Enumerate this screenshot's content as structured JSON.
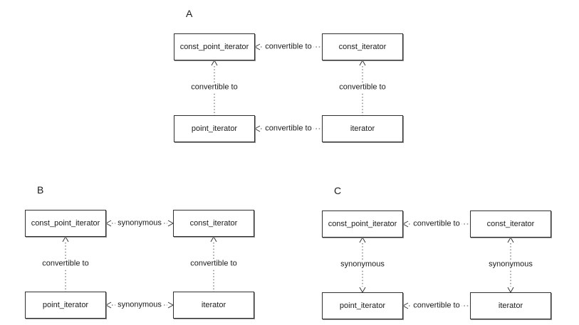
{
  "colors": {
    "background": "#ffffff",
    "box_border": "#303030",
    "line": "#4a4a4a",
    "text": "#1a1a1a"
  },
  "diagrams": [
    {
      "label": "A",
      "nodes": {
        "top_left": "const_point_iterator",
        "top_right": "const_iterator",
        "bottom_left": "point_iterator",
        "bottom_right": "iterator"
      },
      "edges": {
        "top": {
          "label": "convertible to",
          "arrows": "left"
        },
        "bottom": {
          "label": "convertible to",
          "arrows": "left"
        },
        "left": {
          "label": "convertible to",
          "arrows": "up"
        },
        "right": {
          "label": "convertible to",
          "arrows": "up"
        }
      }
    },
    {
      "label": "B",
      "nodes": {
        "top_left": "const_point_iterator",
        "top_right": "const_iterator",
        "bottom_left": "point_iterator",
        "bottom_right": "iterator"
      },
      "edges": {
        "top": {
          "label": "synonymous",
          "arrows": "both"
        },
        "bottom": {
          "label": "synonymous",
          "arrows": "both"
        },
        "left": {
          "label": "convertible to",
          "arrows": "up"
        },
        "right": {
          "label": "convertible to",
          "arrows": "up"
        }
      }
    },
    {
      "label": "C",
      "nodes": {
        "top_left": "const_point_iterator",
        "top_right": "const_iterator",
        "bottom_left": "point_iterator",
        "bottom_right": "iterator"
      },
      "edges": {
        "top": {
          "label": "convertible to",
          "arrows": "left"
        },
        "bottom": {
          "label": "convertible to",
          "arrows": "left"
        },
        "left": {
          "label": "synonymous",
          "arrows": "both"
        },
        "right": {
          "label": "synonymous",
          "arrows": "both"
        }
      }
    }
  ]
}
